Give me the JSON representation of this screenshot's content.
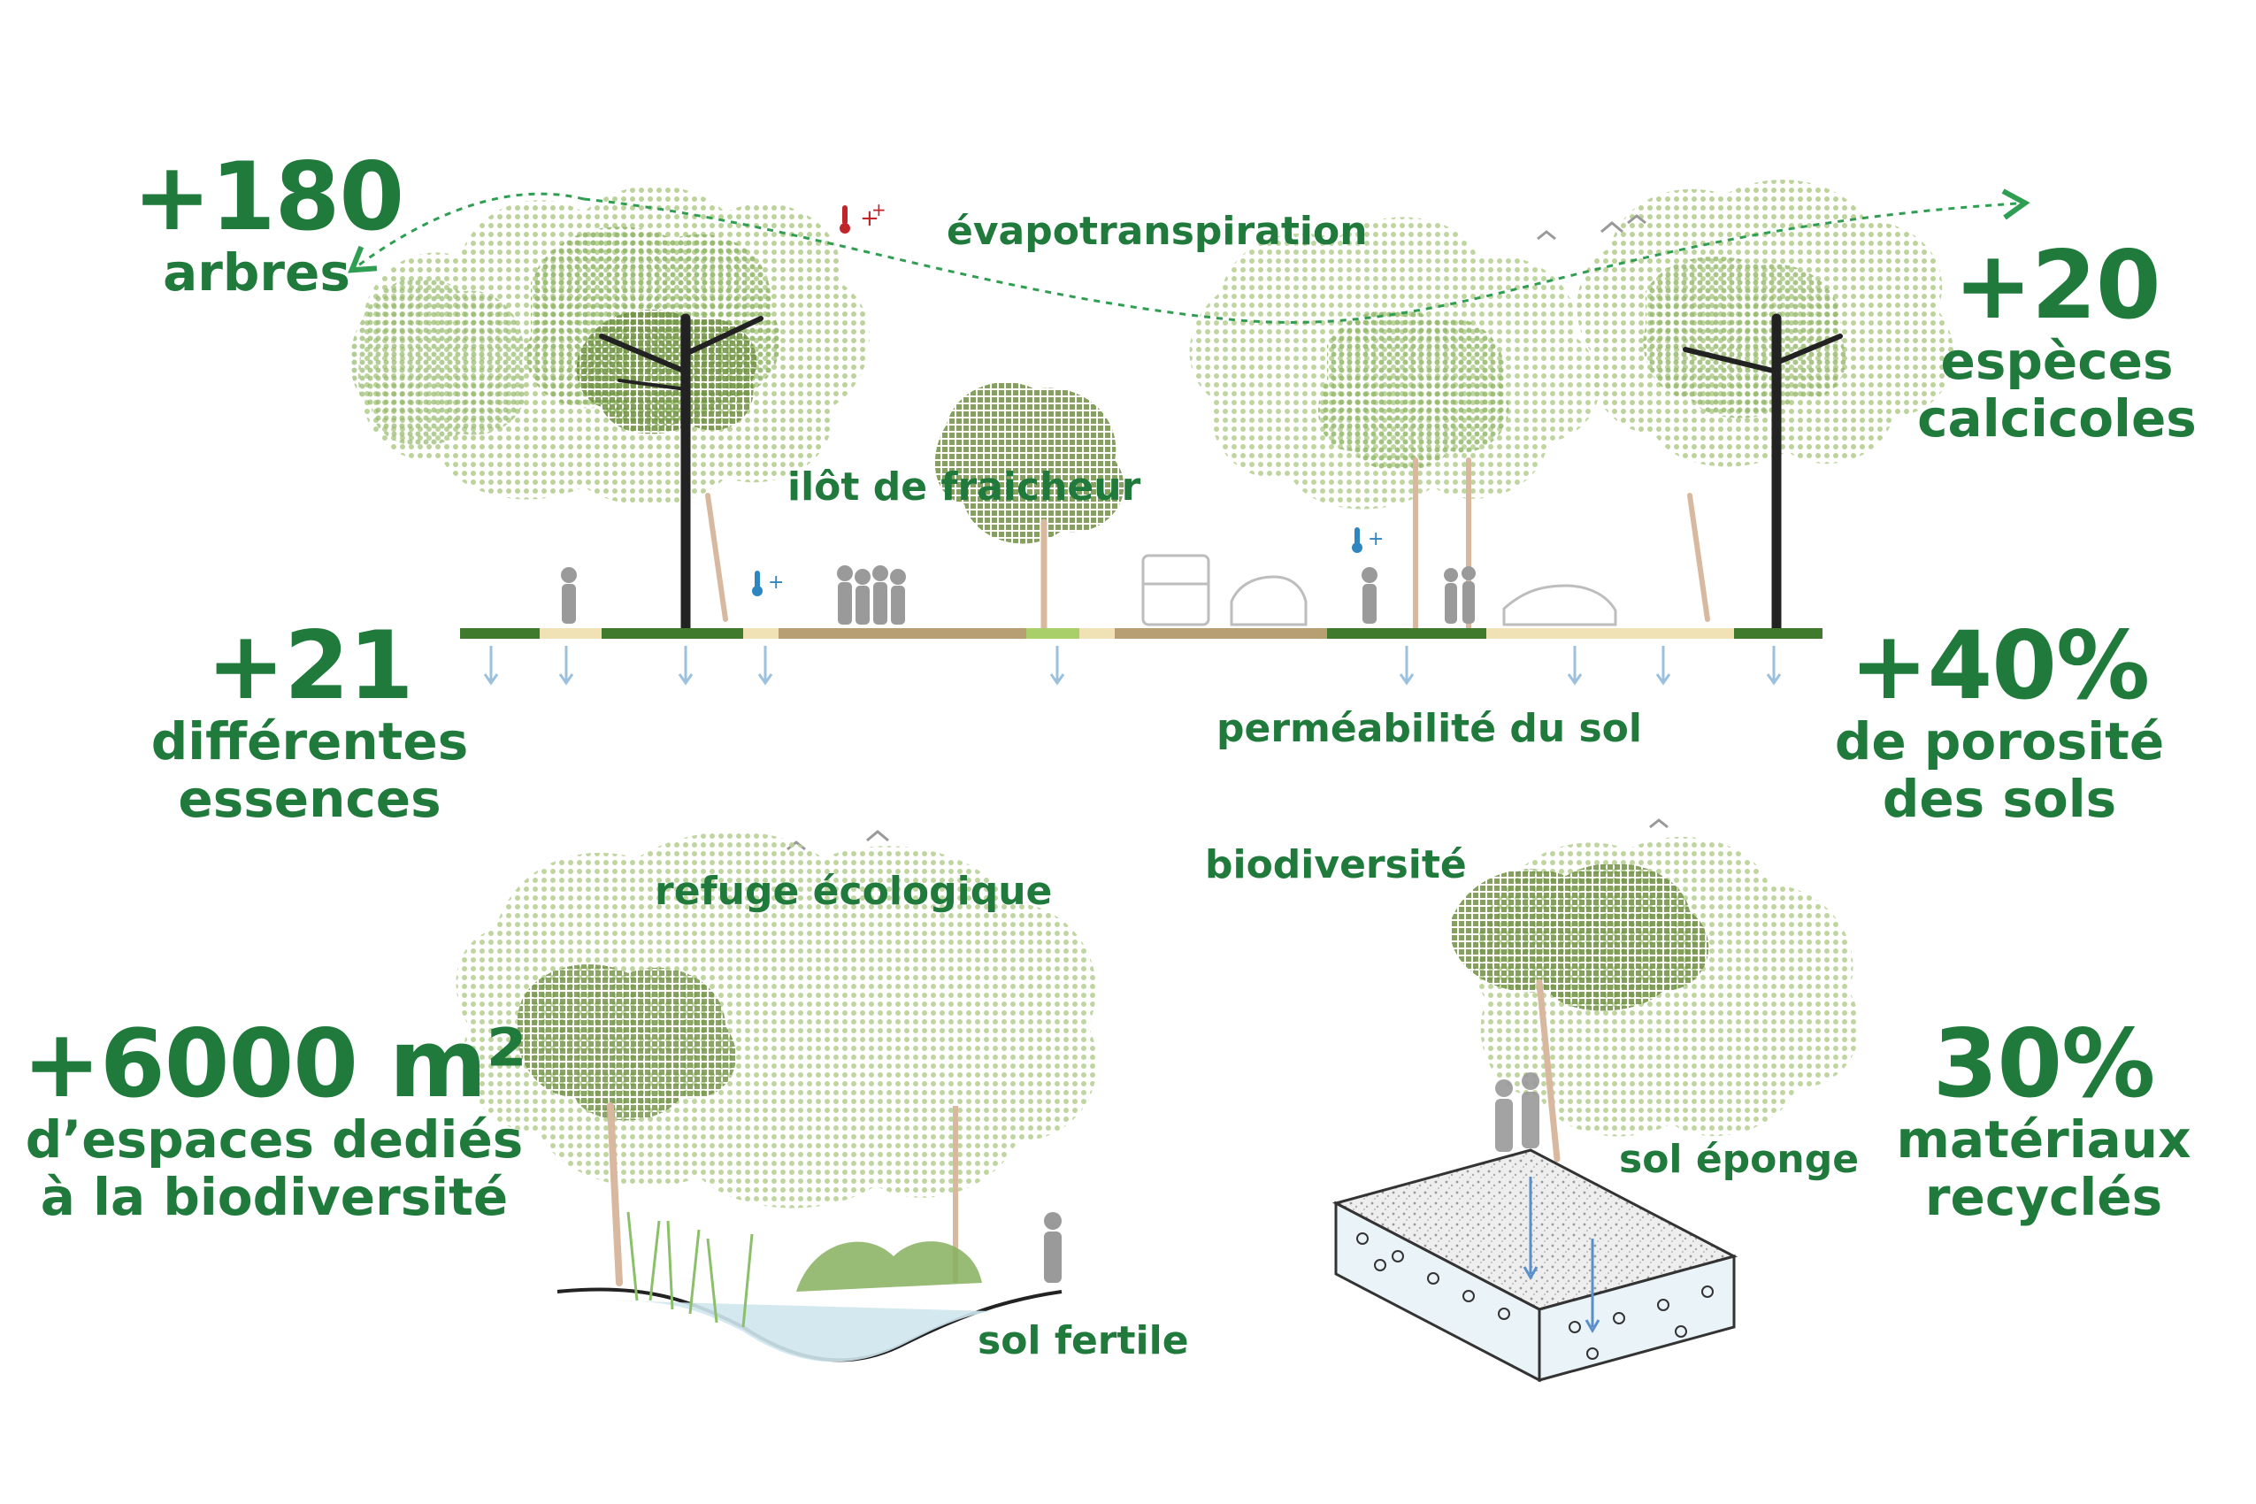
{
  "stats": {
    "trees": {
      "number": "+180",
      "label": "arbres"
    },
    "species": {
      "number": "+20",
      "label_line1": "espèces",
      "label_line2": "calcicoles"
    },
    "essences": {
      "number": "+21",
      "label_line1": "différentes",
      "label_line2": "essences"
    },
    "porosity": {
      "number": "+40%",
      "label_line1": "de porosité",
      "label_line2": "des sols"
    },
    "biodiv_area": {
      "number": "+6000 m²",
      "label_line1": "d’espaces dediés",
      "label_line2": "à la biodiversité"
    },
    "recycled": {
      "number": "30%",
      "label_line1": "matériaux",
      "label_line2": "recyclés"
    }
  },
  "labels": {
    "evapotranspiration": "évapotranspiration",
    "cool_island": "ilôt de fraicheur",
    "soil_permeability": "perméabilité du sol",
    "ecological_refuge": "refuge écologique",
    "biodiversity": "biodiversité",
    "sponge_soil": "sol éponge",
    "fertile_soil": "sol fertile"
  },
  "colors": {
    "text_green": "#1f7a3c",
    "foliage_light": "#c9dcae",
    "foliage_mid": "#9dbf76",
    "foliage_dark": "#6f8f43",
    "trunk": "#222222",
    "water": "#cfe5ee",
    "ground_sand": "#f1e2b5",
    "heat_red": "#c0252a",
    "cool_blue": "#2e86c1"
  },
  "icons": [
    "thermometer-heat-icon",
    "thermometer-cool-icon",
    "bird-icon",
    "person-icon",
    "bus-icon",
    "car-icon",
    "water-drop-icon"
  ]
}
